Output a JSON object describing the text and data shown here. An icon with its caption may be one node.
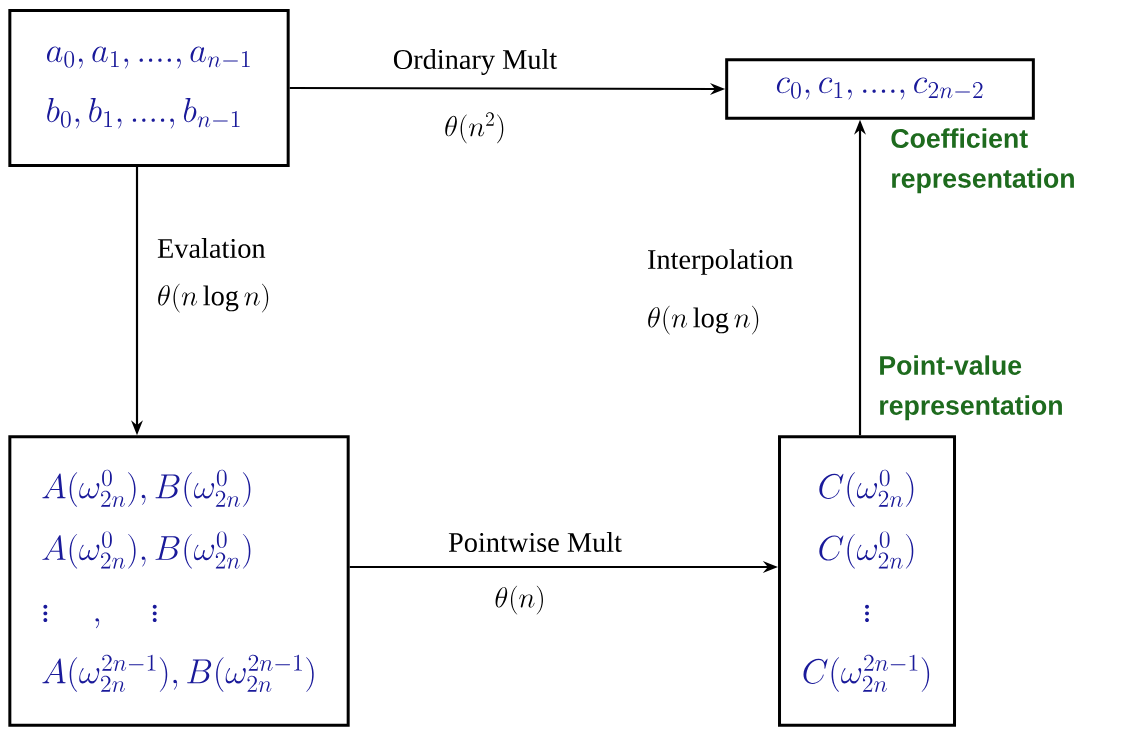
{
  "diagram": {
    "nodes": [
      {
        "text": [
          "a_0,a_1,....,a_{n-1}",
          "b_0,b_1,....,b_{n-1}"
        ]
      },
      {
        "text": [
          "c_0,c_1,....,c_{2n-2}"
        ],
        "beside": [
          "Coefficient representation"
        ]
      },
      {
        "text": [
          "A(\\omega_{2n}^{0}),B(\\omega_{2n}^{0})",
          "A(\\omega_{2n}^{0}),B(\\omega_{2n}^{0})",
          "\\vdots\\quad\\;,\\quad\\;\\vdots",
          "A(\\omega_{2n}^{2n-1}),B(\\omega_{2n}^{2n-1})"
        ]
      },
      {
        "text": [
          "C(\\omega_{2n}^{0})",
          "C(\\omega_{2n}^{0})",
          "\\vdots",
          "C(\\omega_{2n}^{2n-1})"
        ],
        "beside": [
          "Point-value representation"
        ]
      }
    ],
    "edges": [
      {
        "from": 0,
        "to": 1,
        "arrow": "to",
        "label": "Ordinary Mult"
      },
      {
        "from": 0,
        "to": 2,
        "arrow": "to",
        "label": "Evalation"
      },
      {
        "from": 2,
        "to": 3,
        "arrow": "to",
        "label": "Pointwise Mult"
      },
      {
        "from": 3,
        "to": 1,
        "arrow": "to",
        "label": "Interpolation"
      }
    ],
    "labels": [
      "\\theta(n^{2})",
      "\\theta(n\\log n)",
      "\\theta(n\\log n)",
      "\\theta(n)"
    ]
  }
}
